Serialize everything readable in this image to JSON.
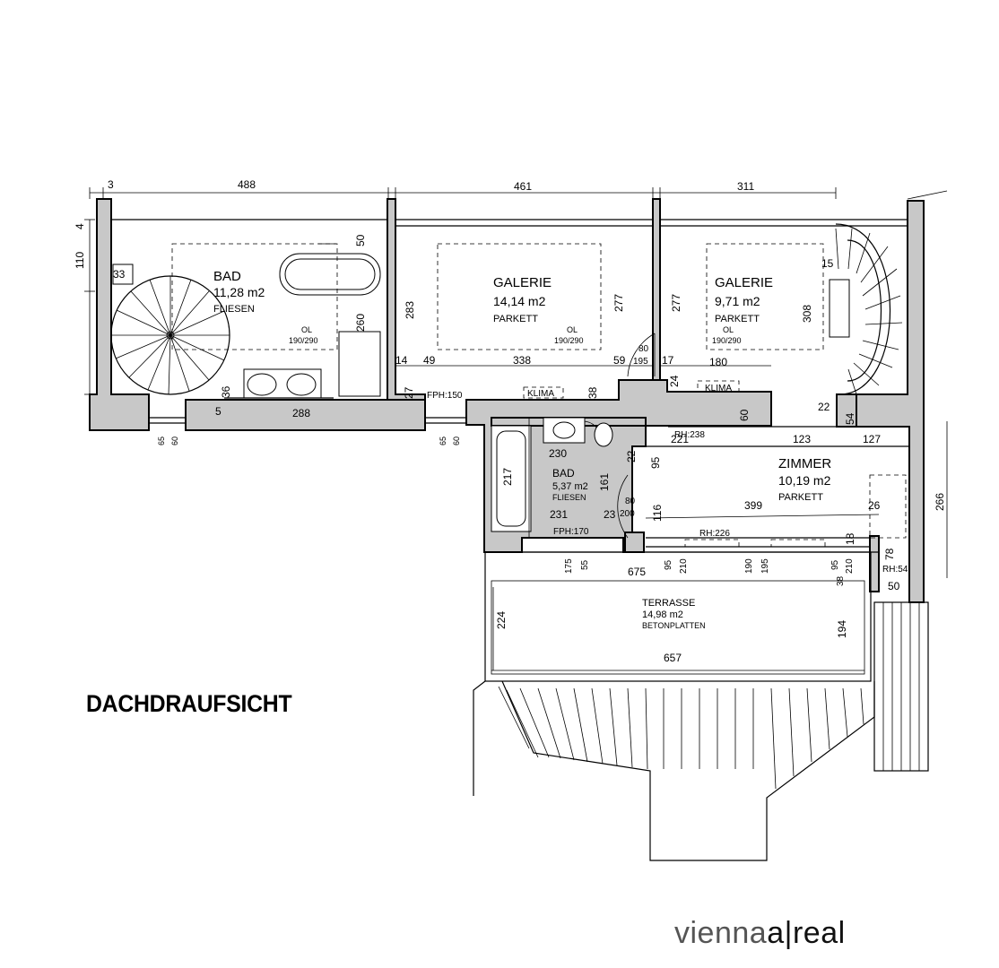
{
  "title": "DACHDRAUFSICHT",
  "logo": {
    "part1": "vienna",
    "part2": "a",
    "separator": "|",
    "part3": "real"
  },
  "rooms": [
    {
      "name": "BAD",
      "area": "11,28 m2",
      "material": "FLIESEN"
    },
    {
      "name": "GALERIE",
      "area": "14,14 m2",
      "material": "PARKETT"
    },
    {
      "name": "GALERIE",
      "area": "9,71 m2",
      "material": "PARKETT"
    },
    {
      "name": "BAD",
      "area": "5,37 m2",
      "material": "FLIESEN"
    },
    {
      "name": "ZIMMER",
      "area": "10,19 m2",
      "material": "PARKETT"
    },
    {
      "name": "TERRASSE",
      "area": "14,98 m2",
      "material": "BETONPLATTEN"
    }
  ],
  "windows": [
    {
      "ol": "OL",
      "size": "190/290"
    },
    {
      "ol": "OL",
      "size": "190/290"
    },
    {
      "ol": "OL",
      "size": "190/290"
    }
  ],
  "labels": {
    "fph1": "FPH:150",
    "fph2": "FPH:170",
    "klima1": "KLIMA",
    "klima2": "KLIMA",
    "rh238": "RH:238",
    "rh226": "RH:226",
    "rh54": "RH:54"
  },
  "dims": {
    "d3": "3",
    "d488": "488",
    "d461": "461",
    "d311": "311",
    "d110": "110",
    "d4": "4",
    "d33": "33",
    "d50a": "50",
    "d260": "260",
    "d283": "283",
    "d36": "36",
    "d5": "5",
    "d288": "288",
    "d14": "14",
    "d27a": "27",
    "d49": "49",
    "d338": "338",
    "d277a": "277",
    "d277b": "277",
    "d59": "59",
    "d80a": "80",
    "d195a": "195",
    "d17": "17",
    "d24": "24",
    "d180": "180",
    "d308": "308",
    "d15": "15",
    "d38a": "38",
    "d60a": "60",
    "d22a": "22",
    "d54": "54",
    "d65a": "65",
    "d60b": "60",
    "d65b": "65",
    "d60c": "60",
    "d230": "230",
    "d221": "221",
    "d123": "123",
    "d127": "127",
    "d217": "217",
    "d161": "161",
    "d22b": "22",
    "d95a": "95",
    "d116": "116",
    "d80b": "80",
    "d200": "200",
    "d23": "23",
    "d231": "231",
    "d399": "399",
    "d26": "26",
    "d18": "18",
    "d78": "78",
    "d266": "266",
    "d175": "175",
    "d55": "55",
    "d675": "675",
    "d95b": "95",
    "d210a": "210",
    "d190": "190",
    "d195b": "195",
    "d95c": "95",
    "d210b": "210",
    "d38b": "38",
    "d50b": "50",
    "d224": "224",
    "d194": "194",
    "d657": "657"
  }
}
